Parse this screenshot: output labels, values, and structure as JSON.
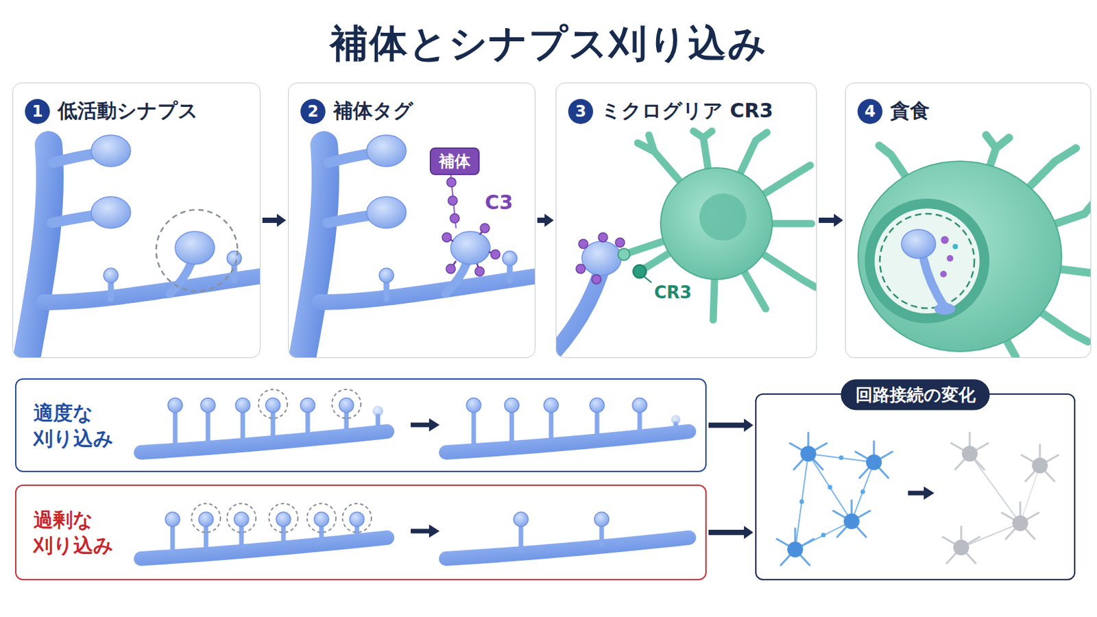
{
  "diagram": {
    "title": "補体とシナプス刈り込み",
    "nodes": [
      {
        "text": [
          "1",
          "低活動シナプス"
        ]
      },
      {
        "text": [
          "2",
          "補体タグ"
        ]
      },
      {
        "text": [
          "補体"
        ],
        "in": 1
      },
      {
        "text": [
          "3",
          "ミクログリア CR3"
        ]
      },
      {
        "text": [
          "4",
          "貪食"
        ]
      },
      {
        "text": [
          "適度な 刈り込み"
        ]
      },
      {
        "text": [
          "過剰な 刈り込み"
        ]
      },
      {
        "text": [
          "回路接続の変化"
        ]
      }
    ],
    "edges": [
      {
        "from": 0,
        "to": 1,
        "arrow": "to"
      },
      {
        "from": 1,
        "to": 3,
        "arrow": "to"
      },
      {
        "from": 3,
        "to": 4,
        "arrow": "to"
      },
      {
        "from": 5,
        "to": 7,
        "arrow": "to"
      },
      {
        "from": 6,
        "to": 7,
        "arrow": "to"
      }
    ],
    "labels": [
      "C3",
      "CR3"
    ]
  }
}
